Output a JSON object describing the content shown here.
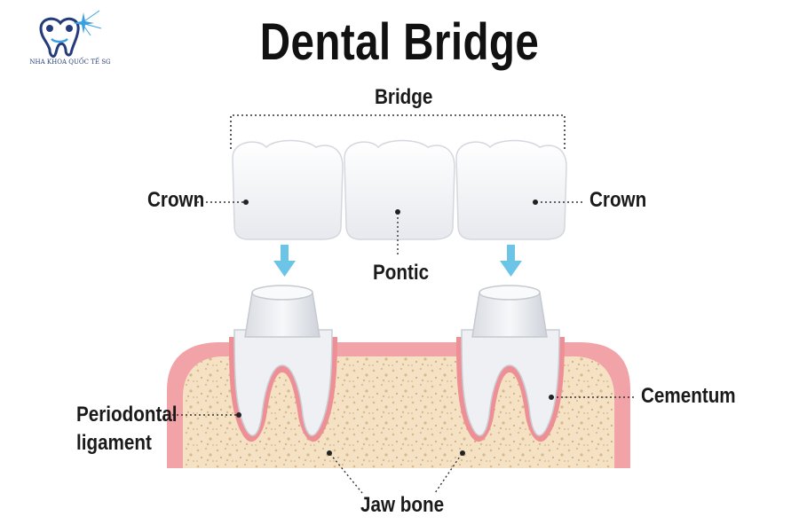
{
  "title": "Dental Bridge",
  "logo": {
    "text": "NHA KHOA QUỐC TẾ SG",
    "icon": "tooth-sparkle-logo-icon"
  },
  "labels": {
    "bridge": "Bridge",
    "crown_left": "Crown",
    "crown_right": "Crown",
    "pontic": "Pontic",
    "periodontal": "Periodontal",
    "ligament": "ligament",
    "cementum": "Cementum",
    "jaw_bone": "Jaw bone"
  },
  "colors": {
    "gum": "#f2a3a8",
    "bone": "#f5e2c4",
    "bone_dots": "#d9b98a",
    "tooth": "#f4f5f7",
    "arrow": "#6cc4e6",
    "text": "#1a1a1a"
  }
}
